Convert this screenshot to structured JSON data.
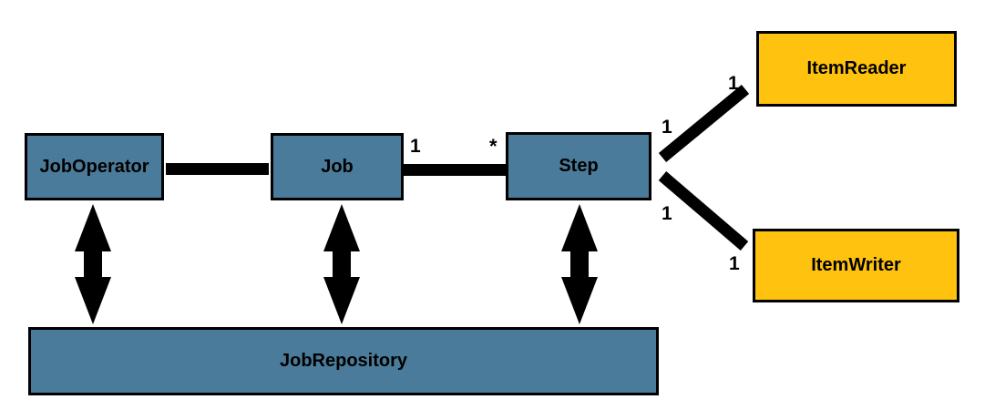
{
  "diagram": {
    "kind": "uml-association-diagram",
    "subject": "batch-processing-architecture",
    "colors": {
      "core_node_fill": "#4B7B9B",
      "io_node_fill": "#FFC20E",
      "node_border": "#000000",
      "connector": "#000000",
      "background": "#FFFFFF",
      "label_text": "#000000"
    },
    "nodes": {
      "job_operator": {
        "label": "JobOperator",
        "role": "core"
      },
      "job": {
        "label": "Job",
        "role": "core"
      },
      "step": {
        "label": "Step",
        "role": "core"
      },
      "item_reader": {
        "label": "ItemReader",
        "role": "io"
      },
      "item_writer": {
        "label": "ItemWriter",
        "role": "io"
      },
      "job_repository": {
        "label": "JobRepository",
        "role": "core"
      }
    },
    "edges": [
      {
        "from": "JobOperator",
        "to": "Job",
        "type": "association"
      },
      {
        "from": "Job",
        "to": "Step",
        "type": "association",
        "from_mult": "1",
        "to_mult": "*"
      },
      {
        "from": "Step",
        "to": "ItemReader",
        "type": "association",
        "from_mult": "1",
        "to_mult": "1"
      },
      {
        "from": "Step",
        "to": "ItemWriter",
        "type": "association",
        "from_mult": "1",
        "to_mult": "1"
      },
      {
        "from": "JobOperator",
        "to": "JobRepository",
        "type": "double-headed-arrow"
      },
      {
        "from": "Job",
        "to": "JobRepository",
        "type": "double-headed-arrow"
      },
      {
        "from": "Step",
        "to": "JobRepository",
        "type": "double-headed-arrow"
      }
    ]
  }
}
